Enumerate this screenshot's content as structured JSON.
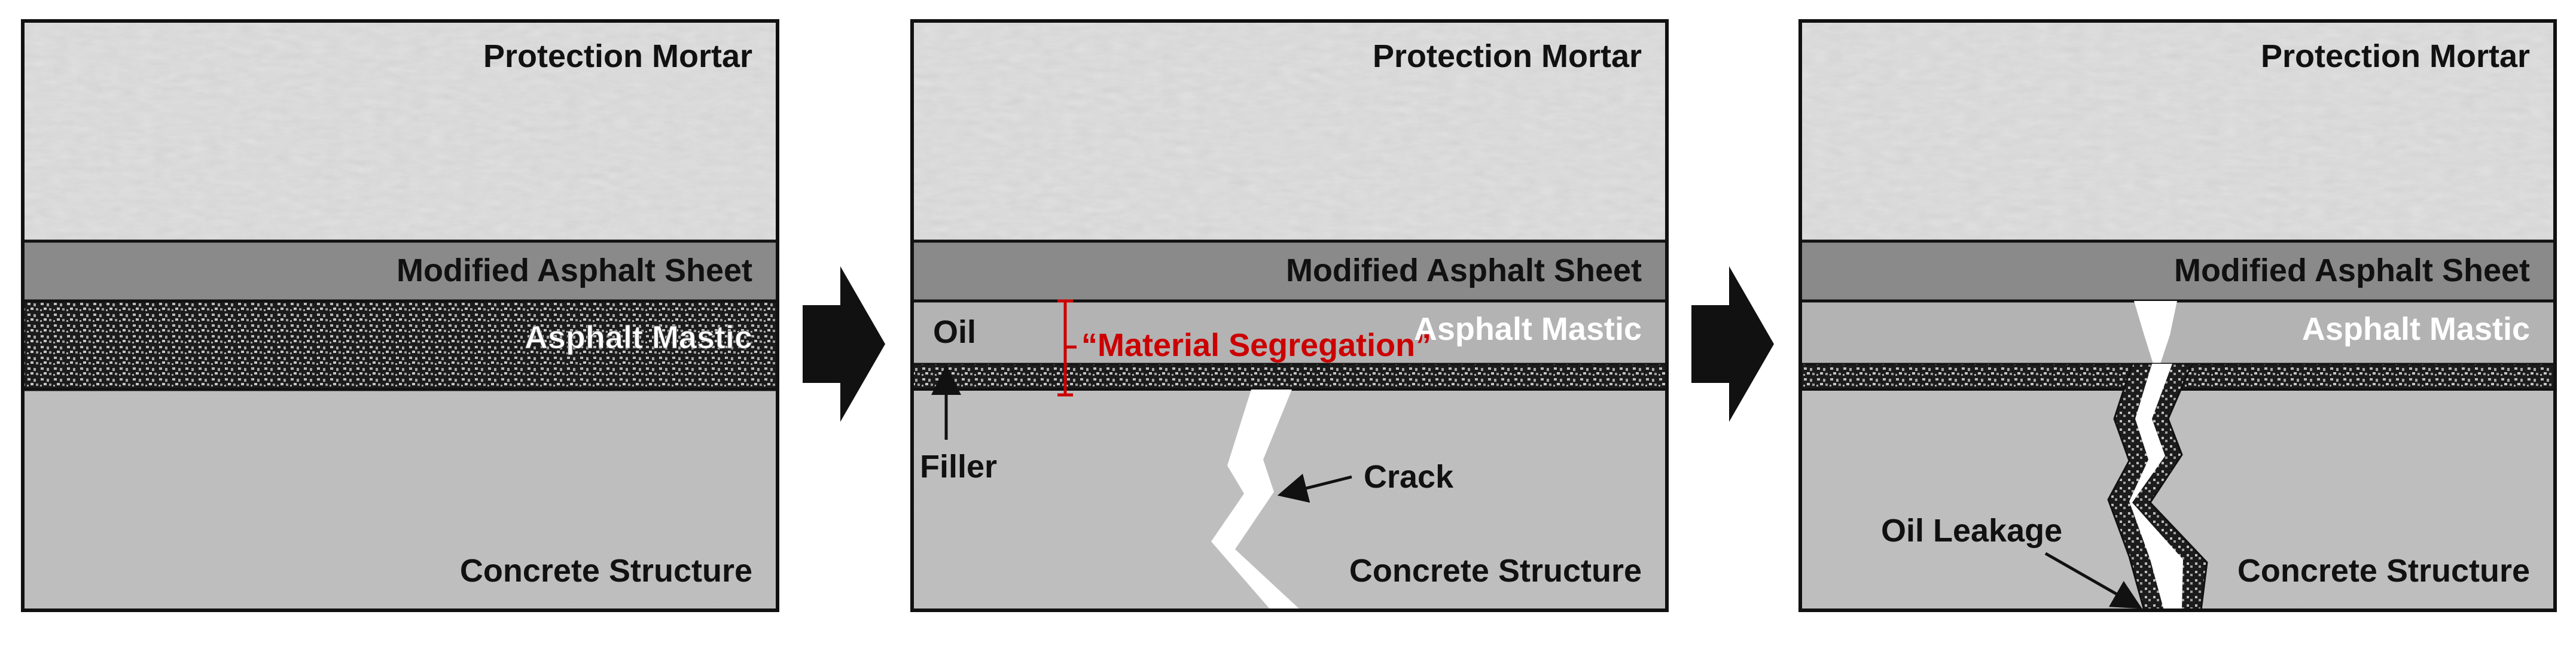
{
  "panels": [
    {
      "protection_mortar": "Protection Mortar",
      "sheet": "Modified Asphalt Sheet",
      "mastic": "Asphalt Mastic",
      "concrete": "Concrete Structure"
    },
    {
      "protection_mortar": "Protection Mortar",
      "sheet": "Modified Asphalt Sheet",
      "mastic": "Asphalt Mastic",
      "concrete": "Concrete Structure",
      "oil": "Oil",
      "segregation": "“Material Segregation”",
      "filler": "Filler",
      "crack": "Crack"
    },
    {
      "protection_mortar": "Protection Mortar",
      "sheet": "Modified Asphalt Sheet",
      "mastic": "Asphalt Mastic",
      "concrete": "Concrete Structure",
      "oil_leakage": "Oil Leakage"
    }
  ],
  "colors": {
    "mortar": "#cfcfcf",
    "sheet": "#8a8a8a",
    "mastic_dark": "#1c1c1c",
    "mastic_light": "#b3b3b3",
    "concrete": "#b9b9b9",
    "segregation_red": "#cc0000",
    "arrow": "#111111"
  }
}
